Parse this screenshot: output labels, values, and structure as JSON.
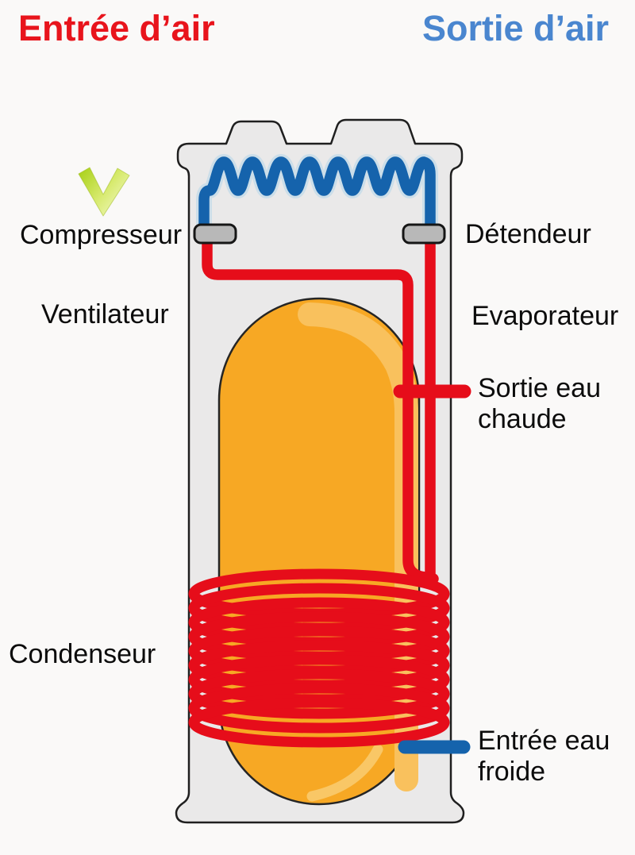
{
  "headers": {
    "air_inlet": {
      "text": "Entrée d’air",
      "color": "#e8141c"
    },
    "air_outlet": {
      "text": "Sortie d’air",
      "color": "#4a86cf"
    }
  },
  "component_labels": {
    "compressor": "Compresseur",
    "expansion_valve": "Détendeur",
    "fan": "Ventilateur",
    "evaporator": "Evaporateur",
    "hot_water_outlet": {
      "line1": "Sortie eau",
      "line2": "chaude"
    },
    "condenser": "Condenseur",
    "cold_water_inlet": {
      "line1": "Entrée eau",
      "line2": "froide"
    }
  },
  "icons": {
    "air_inlet_arrow": "green-down-chevron-icon"
  },
  "colors": {
    "background": "#faf9f8",
    "shell_fill": "#eae9e9",
    "shell_outline": "#1f1f1f",
    "tank_orange": "#f7a824",
    "tank_highlight": "#f9c15d",
    "tank_highlight_bottom": "#f9c766",
    "hot_pipe_red": "#e60d1a",
    "cold_pipe_blue": "#1563ac",
    "pipe_glow_blue": "#a9d0e9",
    "block_gray": "#b8b8b8",
    "arrow_green_dark": "#a6cf13",
    "arrow_green_light": "#f2f9c4"
  }
}
